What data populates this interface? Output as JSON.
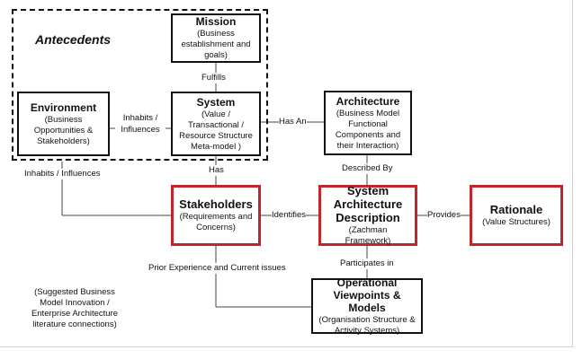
{
  "group": {
    "title": "Antecedents"
  },
  "nodes": {
    "mission": {
      "title": "Mission",
      "subtitle": "(Business establishment and goals)"
    },
    "environment": {
      "title": "Environment",
      "subtitle": "(Business Opportunities & Stakeholders)"
    },
    "system": {
      "title": "System",
      "subtitle": "(Value / Transactional / Resource Structure Meta-model )"
    },
    "architecture": {
      "title": "Architecture",
      "subtitle": "(Business Model Functional Components and their Interaction)"
    },
    "stakeholders": {
      "title": "Stakeholders",
      "subtitle": "(Requirements and Concerns)"
    },
    "sad": {
      "title": "System Architecture Description",
      "subtitle": "(Zachman Framework)"
    },
    "rationale": {
      "title": "Rationale",
      "subtitle": "(Value Structures)"
    },
    "viewpoints": {
      "title": "Operational Viewpoints & Models",
      "subtitle": "(Organisation Structure & Activity Systems)"
    }
  },
  "edges": {
    "fulfills": "Fulfills",
    "inhabits_influences_1": "Inhabits / Influences",
    "has_an": "Has An",
    "has": "Has",
    "described_by": "Described By",
    "inhabits_influences_2": "Inhabits / Influences",
    "identifies": "Identifies",
    "provides": "Provides",
    "participates_in": "Participates in",
    "prior_experience": "Prior Experience and Current issues"
  },
  "note": "(Suggested Business Model Innovation / Enterprise Architecture literature connections)",
  "colors": {
    "accent": "#c0272d",
    "line": "#444444",
    "border": "#111111"
  }
}
